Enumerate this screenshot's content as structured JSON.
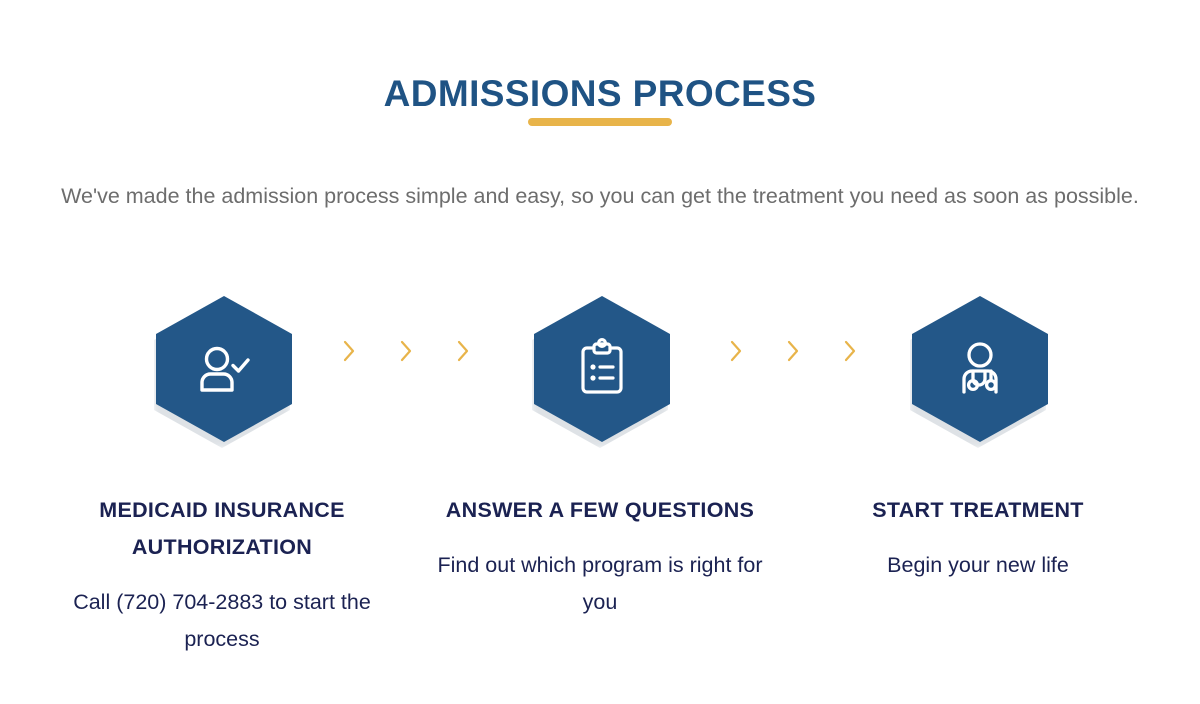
{
  "header": {
    "title": "ADMISSIONS PROCESS",
    "subtitle": "We've made the admission process simple and easy, so you can get the treatment you need as soon as possible.",
    "rule_color": "#e8b44a",
    "title_color": "#1f5384",
    "subtitle_color": "#6d6d6d"
  },
  "theme": {
    "hex_fill": "#235788",
    "accent_gold": "#e8b44a",
    "text_navy": "#1b2252",
    "background": "#ffffff"
  },
  "steps": [
    {
      "icon": "user-check-icon",
      "title": "MEDICAID INSURANCE AUTHORIZATION",
      "description": "Call (720) 704-2883 to start the process",
      "phone": "(720) 704-2883"
    },
    {
      "icon": "clipboard-list-icon",
      "title": "ANSWER A FEW QUESTIONS",
      "description": "Find out which program is right for you"
    },
    {
      "icon": "doctor-stethoscope-icon",
      "title": "START TREATMENT",
      "description": "Begin your new life"
    }
  ],
  "connectors": {
    "icon": "chevron-right-icon",
    "count_per_gap": 3,
    "color": "#e8b44a"
  }
}
